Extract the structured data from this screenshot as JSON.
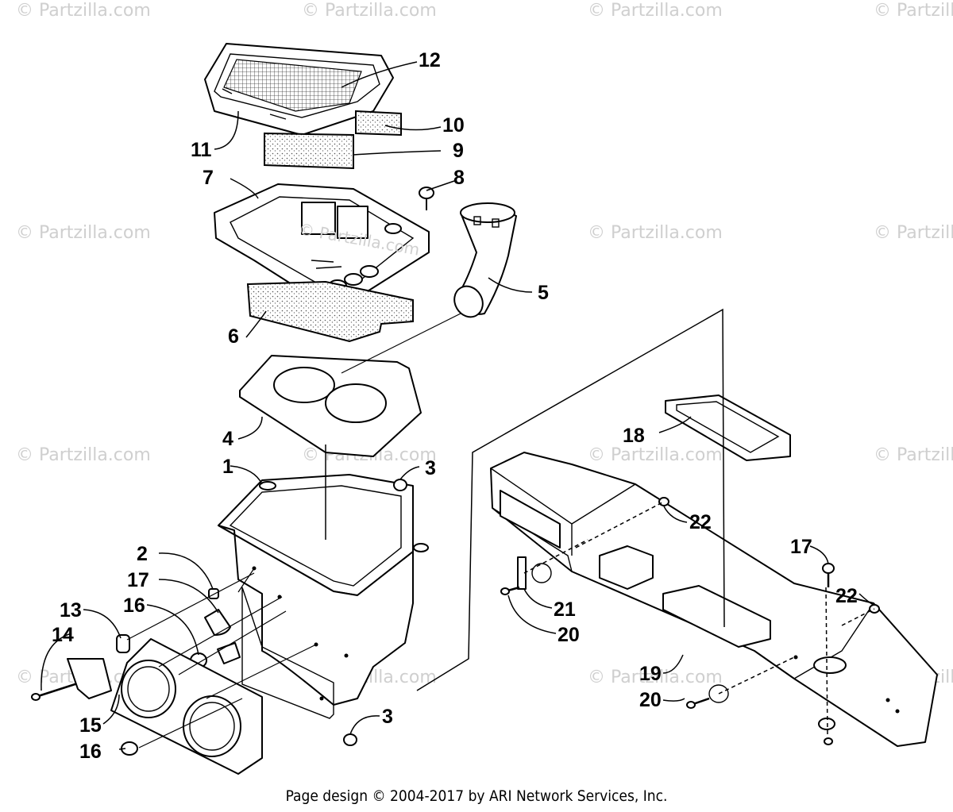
{
  "watermark": {
    "text": "Partzilla.com",
    "symbol": "©"
  },
  "center_watermark": "© Partzilla.com",
  "callouts": [
    "12",
    "10",
    "11",
    "9",
    "7",
    "8",
    "5",
    "6",
    "4",
    "18",
    "1",
    "3",
    "22",
    "2",
    "17",
    "16",
    "13",
    "14",
    "21",
    "20",
    "19",
    "15",
    "3",
    "16",
    "17",
    "22",
    "20"
  ],
  "credit": "Page design © 2004-2017 by ARI Network Services, Inc."
}
